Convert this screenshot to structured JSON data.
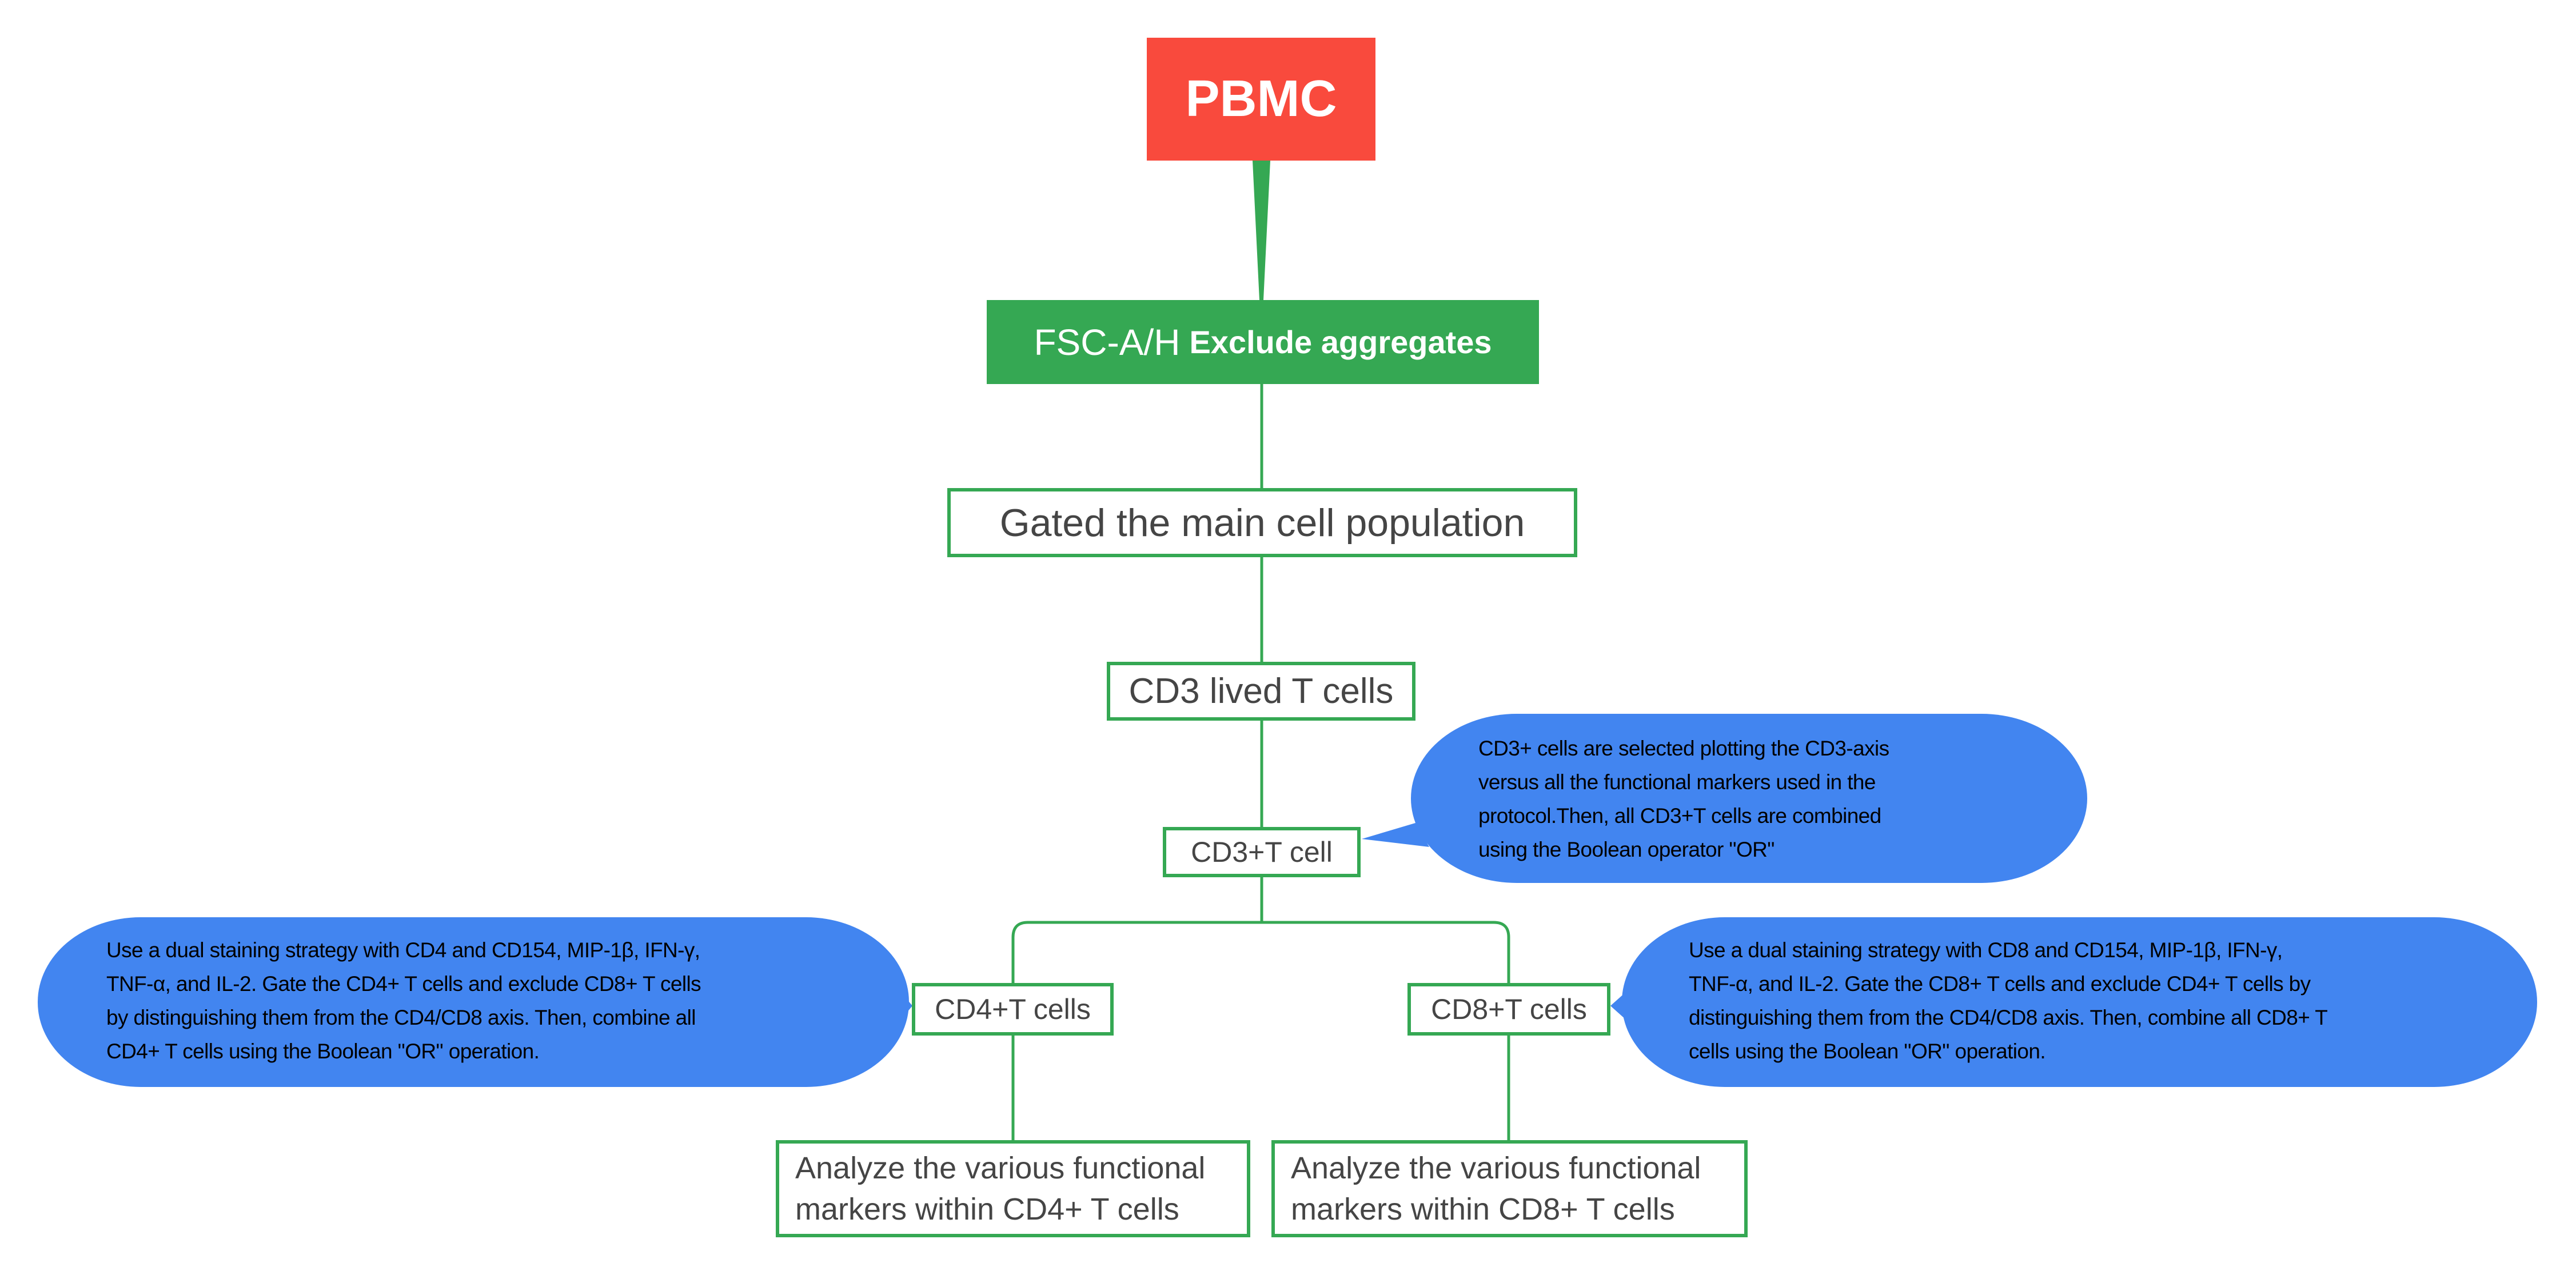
{
  "colors": {
    "root_fill": "#f94a3d",
    "connector_green": "#35a853",
    "callout_blue": "#4285f0",
    "node_text": "#454545",
    "callout_text": "#000000"
  },
  "nodes": {
    "root": {
      "label": "PBMC"
    },
    "singlets": {
      "label_regular": "FSC-A/H",
      "label_bold": "Exclude aggregates"
    },
    "main_population": {
      "label": "Gated the main cell population"
    },
    "cd3_live": {
      "label": "CD3 lived T cells"
    },
    "cd3_pos": {
      "label": "CD3+T cell"
    },
    "cd4": {
      "label": "CD4+T cells"
    },
    "cd8": {
      "label": "CD8+T cells"
    },
    "analyze_cd4": {
      "lines": [
        "Analyze the various functional",
        "markers within CD4+ T cells"
      ]
    },
    "analyze_cd8": {
      "lines": [
        "Analyze the various functional",
        "markers within CD8+ T cells"
      ]
    }
  },
  "callouts": {
    "cd3": {
      "attached_to": "CD3+T cell",
      "lines": [
        "CD3+ cells are selected plotting the CD3-axis",
        "versus all the functional markers used in the",
        "protocol.Then, all CD3+T cells are combined",
        "using the Boolean operator \"OR\""
      ]
    },
    "cd4": {
      "attached_to": "CD4+T cells",
      "lines": [
        "Use a dual staining strategy with CD4 and CD154, MIP-1β, IFN-γ,",
        "TNF-α, and IL-2. Gate the CD4+ T cells and exclude CD8+ T cells",
        "by distinguishing them from the CD4/CD8 axis. Then, combine all",
        "CD4+ T cells using the Boolean \"OR\" operation."
      ]
    },
    "cd8": {
      "attached_to": "CD8+T cells",
      "lines": [
        "Use a dual staining strategy with CD8 and CD154, MIP-1β, IFN-γ,",
        "TNF-α, and IL-2. Gate the CD8+ T cells and exclude CD4+ T cells by",
        "distinguishing them from the CD4/CD8 axis. Then, combine all CD8+ T",
        "cells using the Boolean \"OR\" operation."
      ]
    }
  }
}
